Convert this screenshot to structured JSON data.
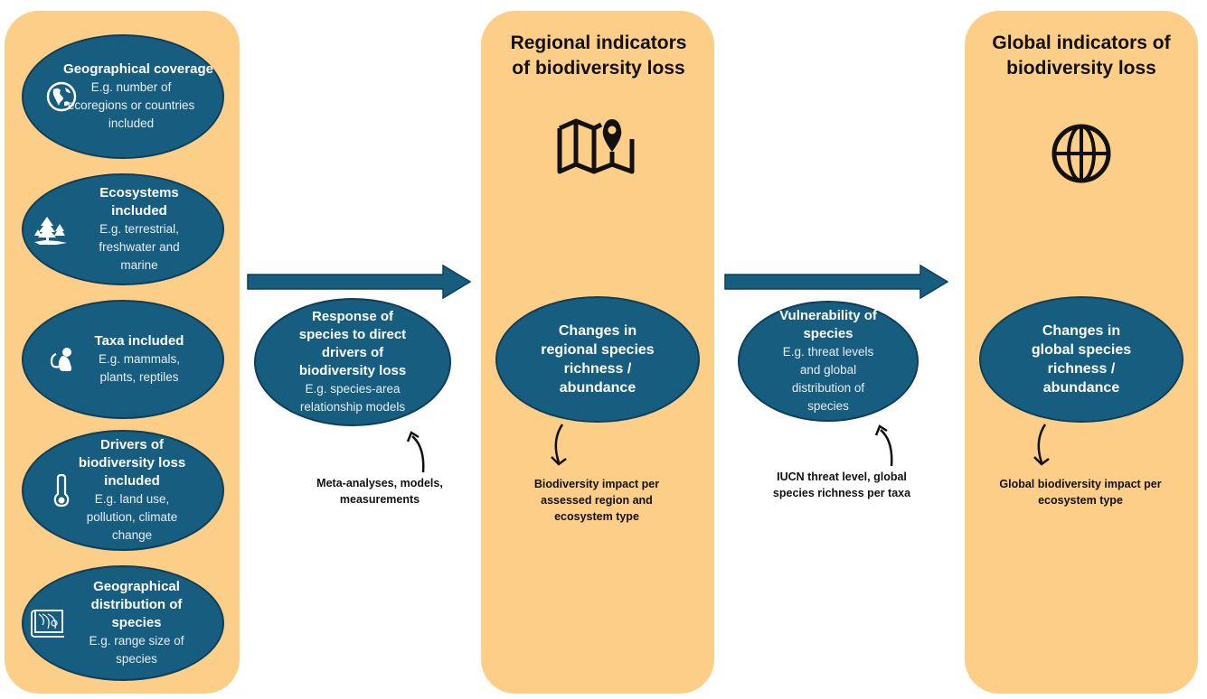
{
  "colors": {
    "panel": "#fdce88",
    "ellipse": "#175d80",
    "arrow": "#175d80",
    "text_dark": "#111111",
    "text_light": "#ffffff"
  },
  "left_panel": {
    "items": [
      {
        "title": "Geographical coverage",
        "subtitle": "E.g. number of ecoregions or countries included",
        "icon": "globe-americas-icon"
      },
      {
        "title": "Ecosystems included",
        "subtitle": "E.g. terrestrial, freshwater and marine",
        "icon": "forest-trees-icon"
      },
      {
        "title": "Taxa included",
        "subtitle": "E.g. mammals, plants, reptiles",
        "icon": "monkey-icon"
      },
      {
        "title": "Drivers of biodiversity loss included",
        "subtitle": "E.g. land use, pollution, climate change",
        "icon": "thermometer-icon"
      },
      {
        "title": "Geographical distribution of species",
        "subtitle": "E.g. range size of species",
        "icon": "contour-map-icon"
      }
    ]
  },
  "step1": {
    "title": "Response of species to direct drivers of biodiversity loss",
    "subtitle": "E.g. species-area relationship models",
    "note": "Meta-analyses, models, measurements"
  },
  "regional_panel": {
    "heading": "Regional indicators of biodiversity loss",
    "icon": "map-pin-icon",
    "ellipse_title": "Changes in regional species richness / abundance",
    "note": "Biodiversity impact per assessed region and ecosystem type"
  },
  "step2": {
    "title": "Vulnerability of species",
    "subtitle": "E.g. threat levels and global distribution of species",
    "note": "IUCN threat level, global species richness per taxa"
  },
  "global_panel": {
    "heading": "Global indicators of biodiversity loss",
    "icon": "globe-grid-icon",
    "ellipse_title": "Changes in global species richness / abundance",
    "note": "Global biodiversity impact per ecosystem type"
  }
}
